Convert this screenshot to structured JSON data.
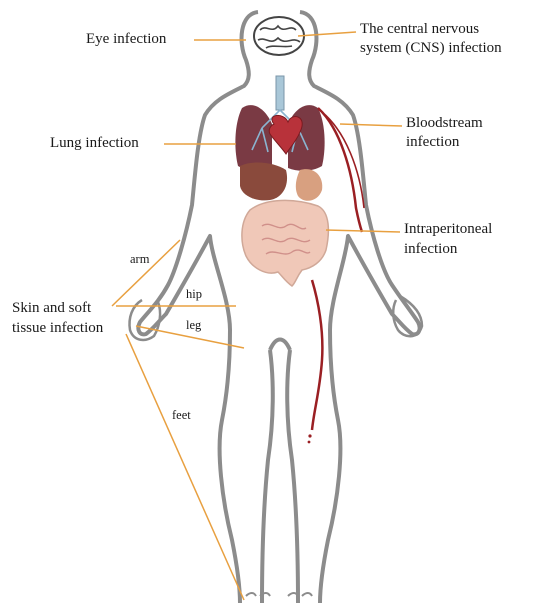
{
  "labels": {
    "eye": "Eye infection",
    "cns_line1": "The central nervous",
    "cns_line2": "system (CNS) infection",
    "lung": "Lung infection",
    "blood_line1": "Bloodstream",
    "blood_line2": "infection",
    "intra_line1": "Intraperitoneal",
    "intra_line2": "infection",
    "skin_line1": "Skin and soft",
    "skin_line2": "tissue infection",
    "arm": "arm",
    "hip": "hip",
    "leg": "leg",
    "feet": "feet"
  },
  "colors": {
    "leader_line": "#e8a040",
    "body_outline": "#8c8c8c",
    "lung": "#7a3a44",
    "heart": "#b8323a",
    "liver": "#8a4a3c",
    "intestine": "#f0c8b8",
    "vessel": "#9a1f23",
    "brain": "#ffffff"
  }
}
